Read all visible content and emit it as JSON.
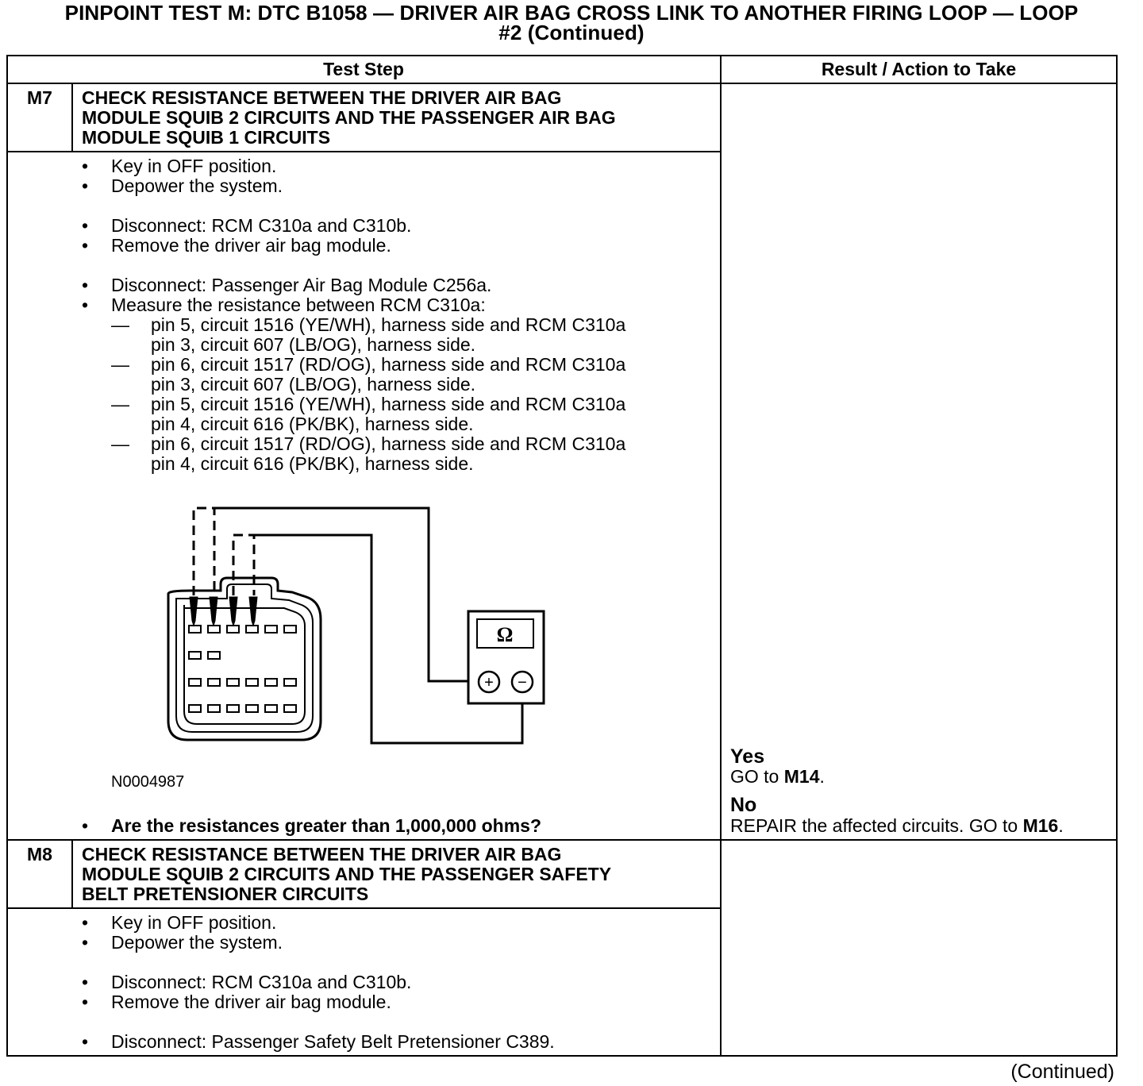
{
  "title": {
    "line1": "PINPOINT TEST  M: DTC B1058 — DRIVER AIR BAG CROSS LINK TO ANOTHER FIRING LOOP — LOOP",
    "line2": "#2 (Continued)"
  },
  "table": {
    "headers": {
      "test_step": "Test Step",
      "result": "Result / Action to Take"
    }
  },
  "m7": {
    "id": "M7",
    "heading": [
      "CHECK RESISTANCE BETWEEN THE DRIVER AIR BAG",
      "MODULE SQUIB 2 CIRCUITS AND THE PASSENGER AIR BAG",
      "MODULE SQUIB 1 CIRCUITS"
    ],
    "bullets": [
      "Key in OFF position.",
      "Depower the system.",
      "Disconnect: RCM C310a and C310b.",
      "Remove the driver air bag module.",
      "Disconnect: Passenger Air Bag Module C256a.",
      "Measure the resistance between RCM C310a:"
    ],
    "dash_items": [
      [
        "pin 5, circuit 1516 (YE/WH), harness side and RCM C310a",
        "pin 3, circuit 607 (LB/OG), harness side."
      ],
      [
        "pin 6, circuit 1517 (RD/OG), harness side and RCM C310a",
        "pin 3, circuit 607 (LB/OG), harness side."
      ],
      [
        "pin 5, circuit 1516 (YE/WH), harness side and RCM C310a",
        "pin 4, circuit 616 (PK/BK), harness side."
      ],
      [
        "pin 6, circuit 1517 (RD/OG), harness side and RCM C310a",
        "pin 4, circuit 616 (PK/BK), harness side."
      ]
    ],
    "dash": "—",
    "figure_id": "N0004987",
    "ohm_symbol": "Ω",
    "plus": "+",
    "minus": "−",
    "question": "Are the resistances greater than 1,000,000 ohms?",
    "yes_label": "Yes",
    "yes_action_pre": "GO to ",
    "yes_action_ref": "M14",
    "yes_action_post": ".",
    "no_label": "No",
    "no_action_pre": "REPAIR the affected circuits. GO to ",
    "no_action_ref": "M16",
    "no_action_post": "."
  },
  "m8": {
    "id": "M8",
    "heading": [
      "CHECK RESISTANCE BETWEEN THE DRIVER AIR BAG",
      "MODULE SQUIB 2 CIRCUITS AND THE PASSENGER SAFETY",
      "BELT PRETENSIONER CIRCUITS"
    ],
    "bullets": [
      "Key in OFF position.",
      "Depower the system.",
      "Disconnect: RCM C310a and C310b.",
      "Remove the driver air bag module.",
      "Disconnect: Passenger Safety Belt Pretensioner C389."
    ]
  },
  "bullet_char": "•",
  "footer": "(Continued)"
}
